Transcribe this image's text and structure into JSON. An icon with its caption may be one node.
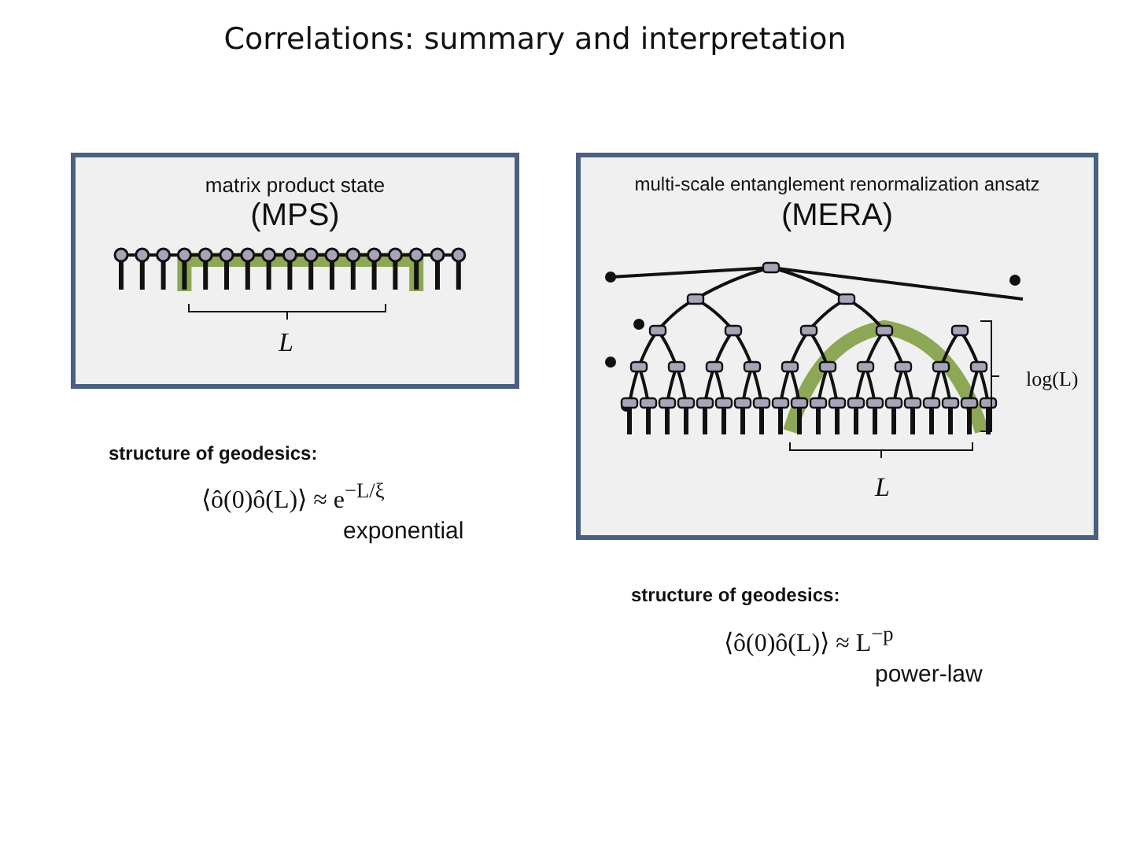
{
  "diagram": {
    "title": "Correlations: summary and interpretation",
    "nodes": [
      {
        "text": [
          "matrix product state",
          "(MPS)"
        ]
      },
      {
        "text": [
          "multi-scale entanglement renormalization ansatz",
          "(MERA)"
        ]
      }
    ],
    "edges": [],
    "labels": [
      "L",
      "log(L)",
      "structure of geodesics:",
      "⟨ô(0)ô(L)⟩ ≈ e$^{−L/ξ}$",
      "L",
      "exponential",
      "structure of geodesics:",
      "⟨ô(0)ô(L)⟩ ≈ L$^{−p}$",
      "power-law"
    ]
  }
}
